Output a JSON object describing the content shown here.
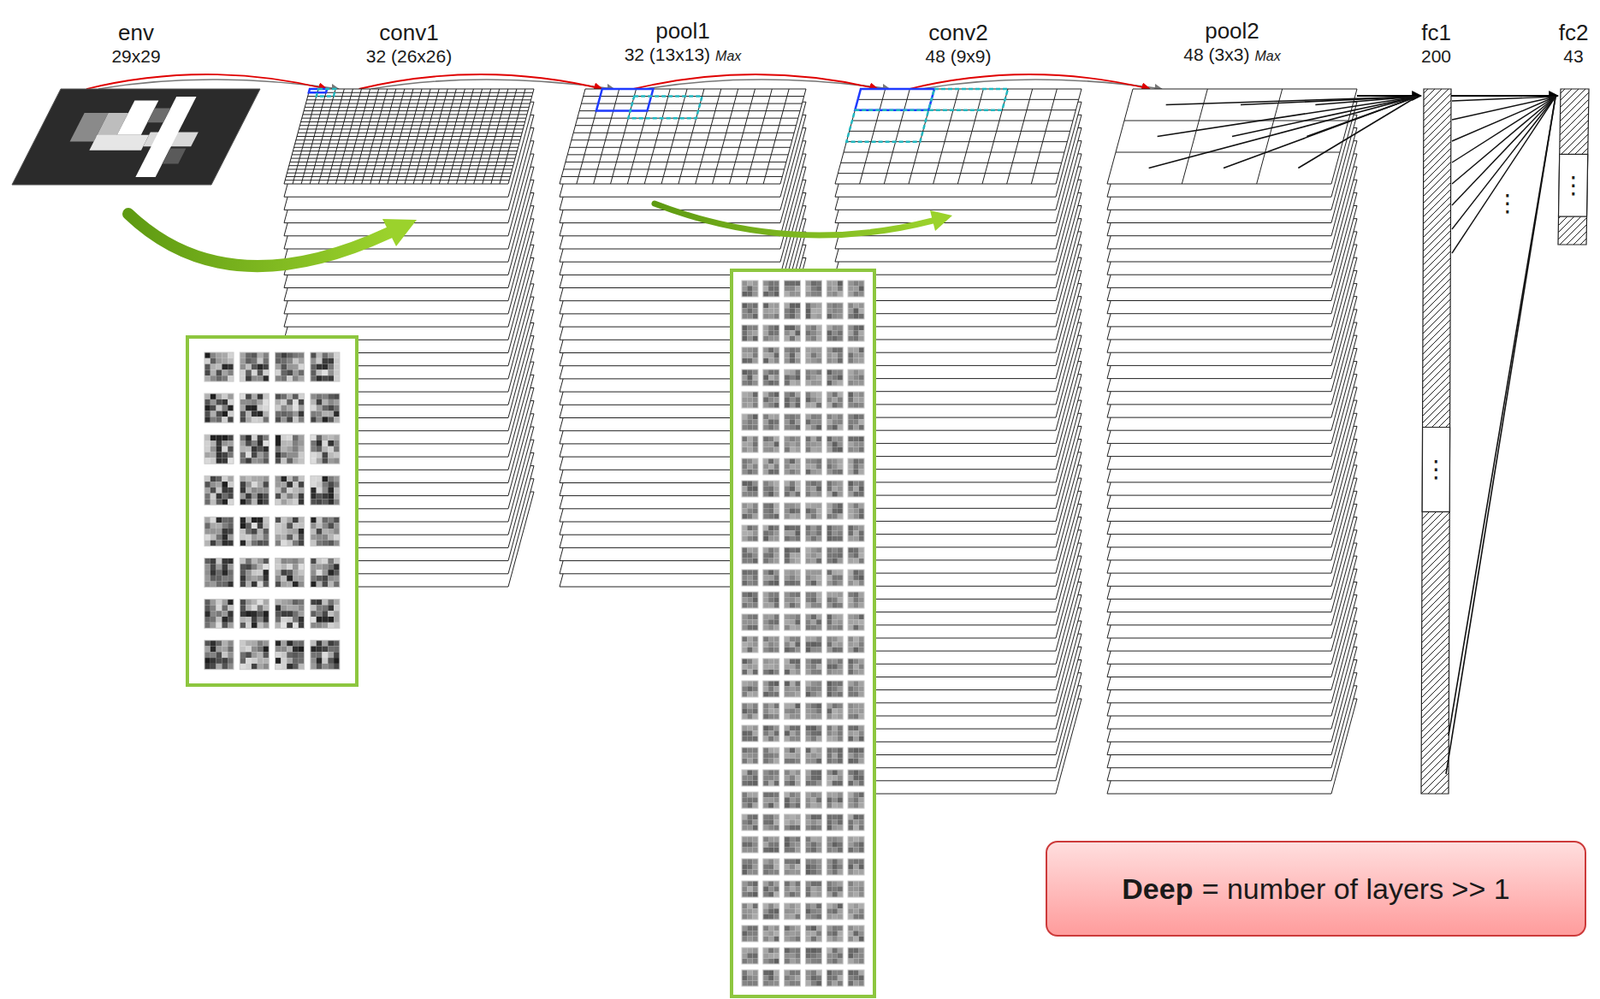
{
  "diagram": {
    "nodes": [
      {
        "text": [
          "env",
          "29x29"
        ]
      },
      {
        "text": [
          "conv1",
          "32 (26x26)"
        ]
      },
      {
        "text": [
          "pool1",
          "32 (13x13)",
          "Max"
        ]
      },
      {
        "text": [
          "conv2",
          "48 (9x9)"
        ]
      },
      {
        "text": [
          "pool2",
          "48 (3x3)",
          "Max"
        ]
      },
      {
        "text": [
          "fc1",
          "200",
          "⋮"
        ]
      },
      {
        "text": [
          "fc2",
          "43",
          "⋮"
        ]
      },
      {
        "text": [
          "Deep",
          "= number of layers >> 1"
        ]
      }
    ],
    "edges": [
      {
        "from": 0,
        "to": 1,
        "arrow": "to"
      },
      {
        "from": 1,
        "to": 2,
        "arrow": "to"
      },
      {
        "from": 2,
        "to": 3,
        "arrow": "to"
      },
      {
        "from": 3,
        "to": 4,
        "arrow": "to"
      },
      {
        "from": 4,
        "to": 5,
        "arrow": "to"
      },
      {
        "from": 5,
        "to": 6,
        "arrow": "to"
      }
    ],
    "labels": [
      "⋮"
    ]
  }
}
